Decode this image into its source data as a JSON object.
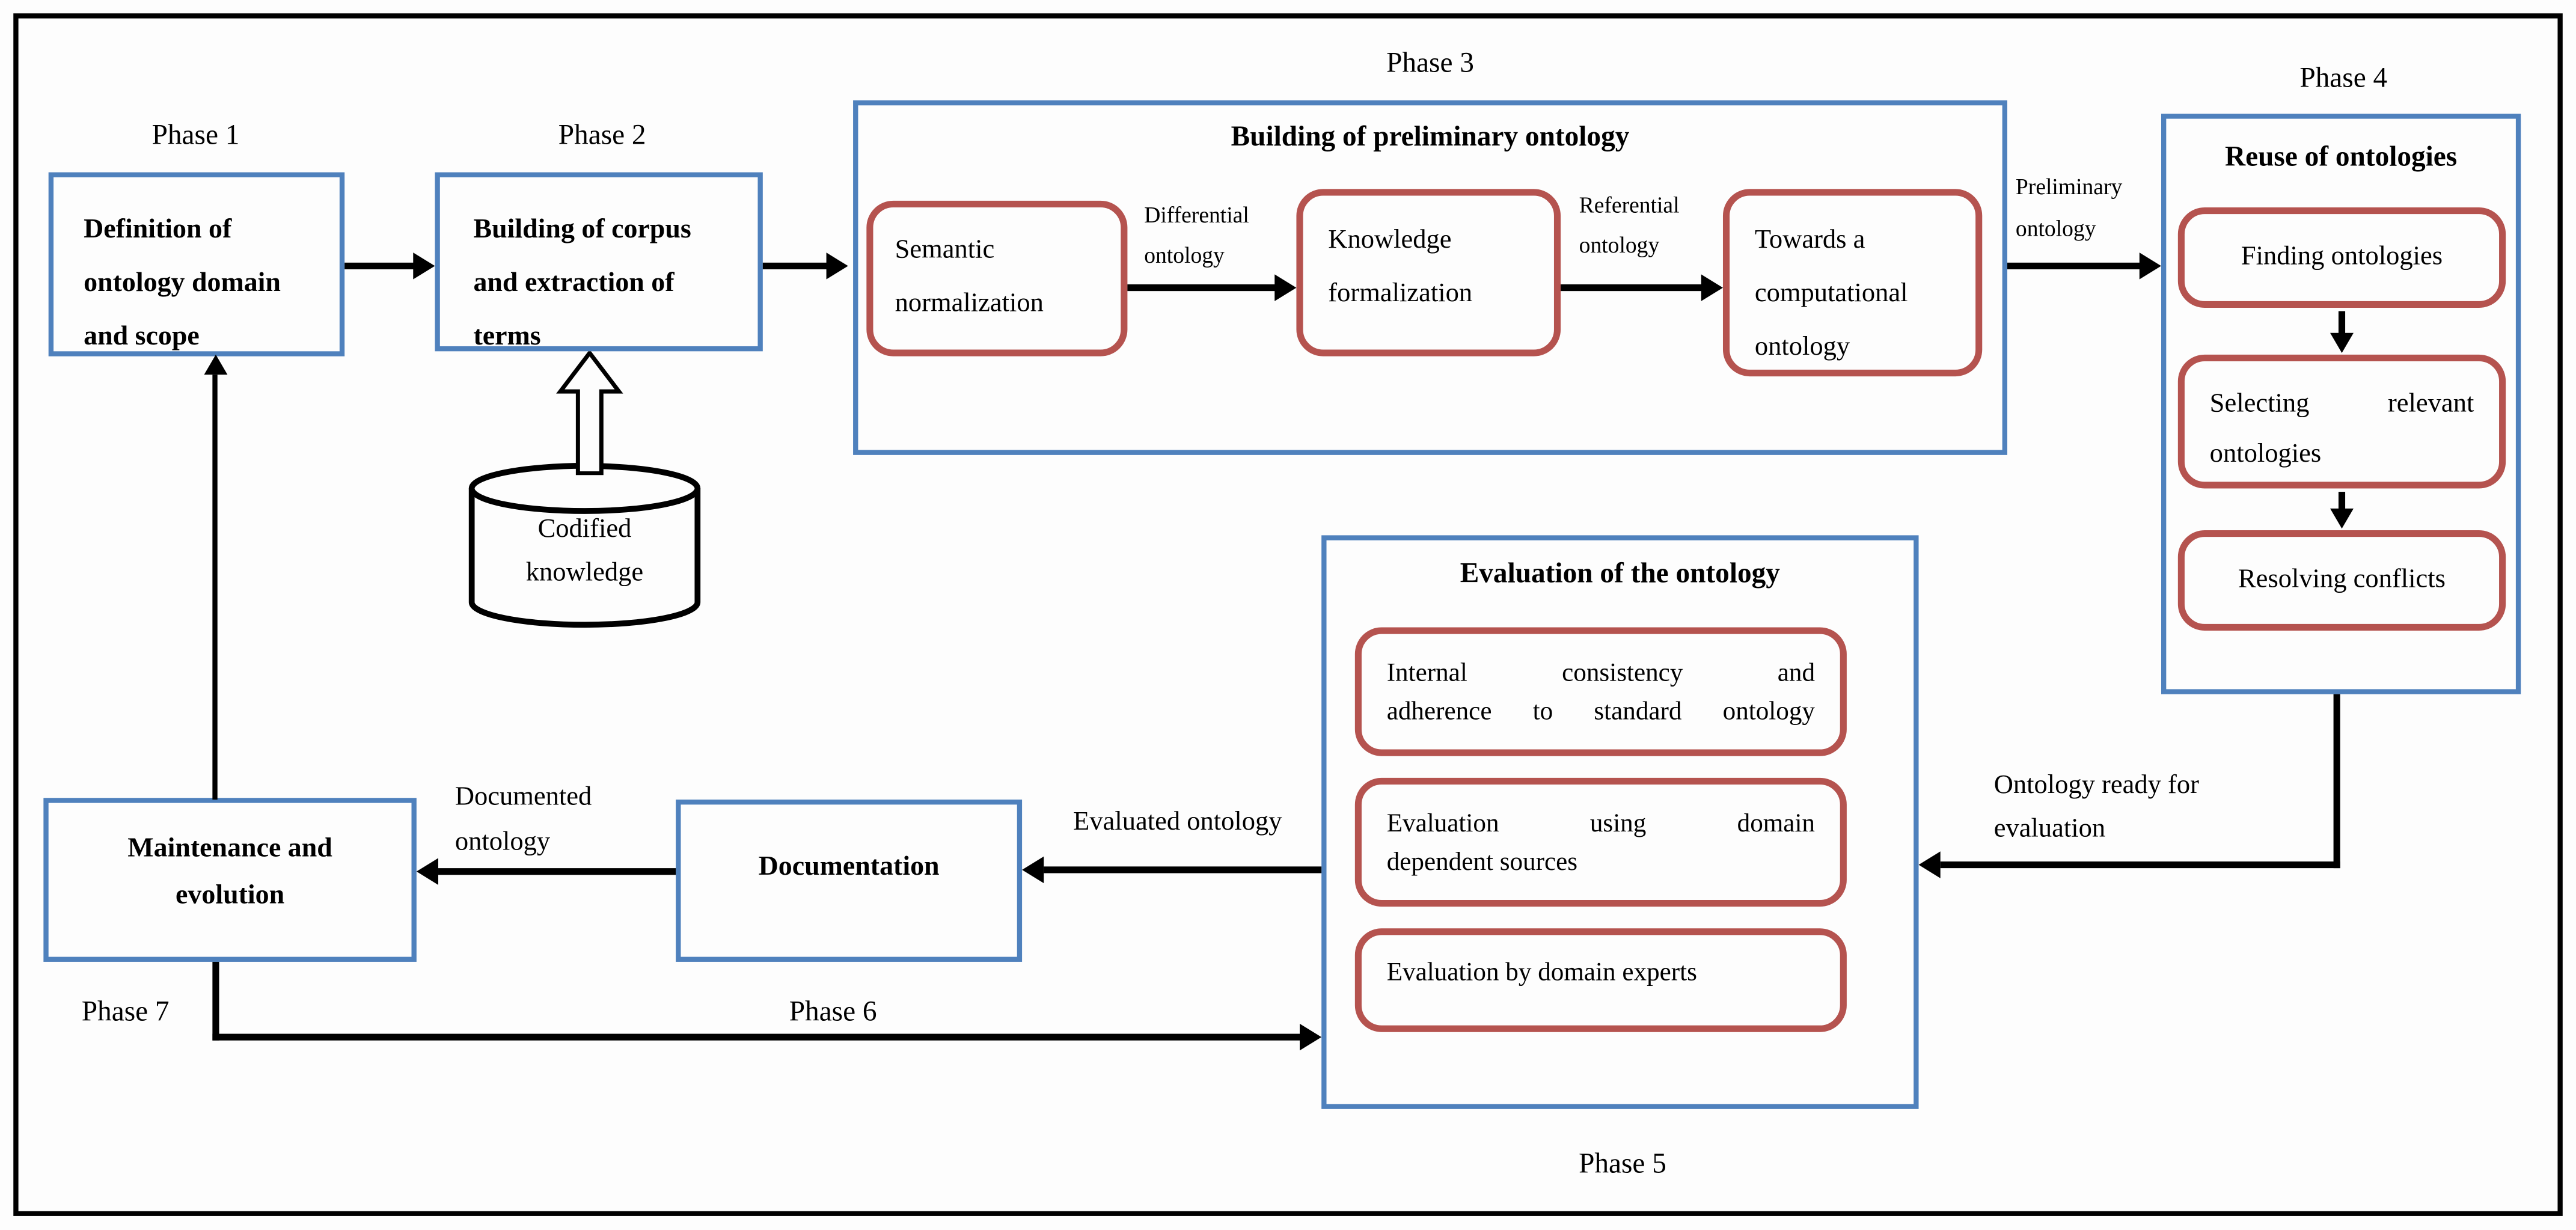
{
  "colors": {
    "blue_border": "#4f81bd",
    "red_border": "#b5534f",
    "line": "#000000",
    "background": "#fdfdfd",
    "text": "#000000"
  },
  "phases": {
    "p1": "Phase 1",
    "p2": "Phase 2",
    "p3": "Phase 3",
    "p4": "Phase 4",
    "p5": "Phase 5",
    "p6": "Phase 6",
    "p7": "Phase 7"
  },
  "phase1_box": {
    "lines": [
      "Definition of",
      "ontology domain",
      "and scope"
    ]
  },
  "phase2_box": {
    "lines": [
      "Building of corpus",
      "and extraction of",
      "terms"
    ]
  },
  "cylinder": {
    "lines": [
      "Codified",
      "knowledge"
    ]
  },
  "phase3": {
    "title": "Building of preliminary ontology",
    "semantic": {
      "lines": [
        "Semantic",
        "normalization"
      ]
    },
    "differential_label": {
      "lines": [
        "Differential",
        "ontology"
      ]
    },
    "knowledge": {
      "lines": [
        "Knowledge",
        "formalization"
      ]
    },
    "referential_label": {
      "lines": [
        "Referential",
        "ontology"
      ]
    },
    "computational": {
      "lines": [
        "Towards a",
        "computational",
        "ontology"
      ]
    }
  },
  "preliminary_label": {
    "lines": [
      "Preliminary",
      "ontology"
    ]
  },
  "phase4": {
    "title": "Reuse of ontologies",
    "finding": "Finding ontologies",
    "selecting": {
      "lines": [
        "Selecting relevant",
        "ontologies"
      ]
    },
    "resolving": "Resolving conflicts"
  },
  "ready_label": {
    "lines": [
      "Ontology ready for",
      "evaluation"
    ]
  },
  "phase5": {
    "title": "Evaluation of the ontology",
    "internal": {
      "lines": [
        "Internal consistency and",
        "adherence to standard ontology"
      ]
    },
    "domain": {
      "lines": [
        "Evaluation using domain",
        "dependent sources"
      ]
    },
    "experts": "Evaluation by domain experts"
  },
  "evaluated_label": "Evaluated ontology",
  "documented_label": {
    "lines": [
      "Documented",
      "ontology"
    ]
  },
  "documentation_box": "Documentation",
  "maintenance_box": {
    "lines": [
      "Maintenance and",
      "evolution"
    ]
  }
}
